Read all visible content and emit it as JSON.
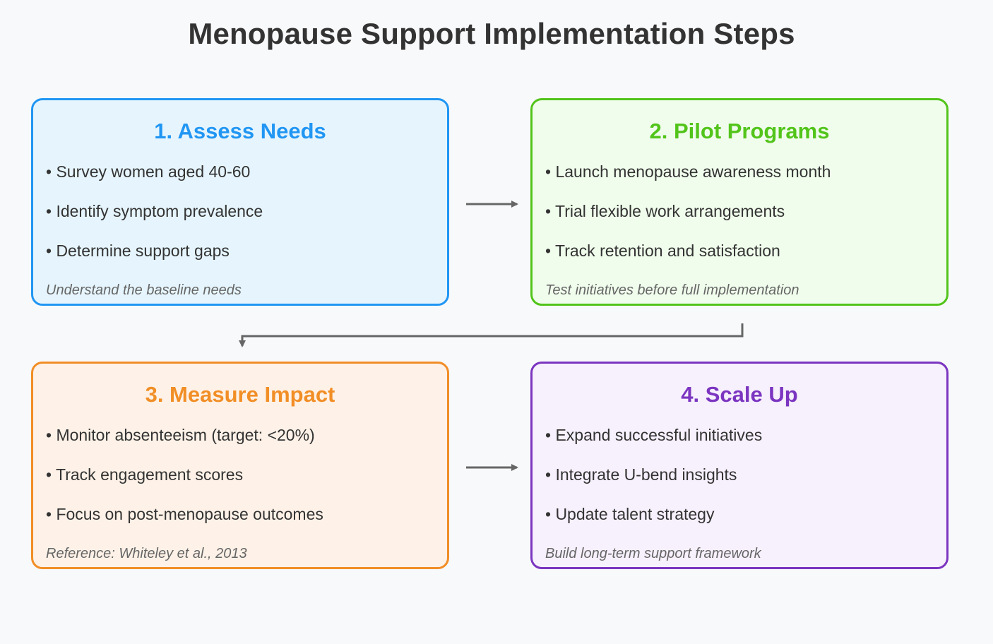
{
  "title": "Menopause Support Implementation Steps",
  "steps": [
    {
      "title": "1. Assess Needs",
      "color": "#2196f3",
      "background": "#e6f5fd",
      "items": [
        "• Survey women aged 40-60",
        "• Identify symptom prevalence",
        "• Determine support gaps"
      ],
      "note": "Understand the baseline needs"
    },
    {
      "title": "2. Pilot Programs",
      "color": "#52c41a",
      "background": "#f0fdec",
      "items": [
        "• Launch menopause awareness month",
        "• Trial flexible work arrangements",
        "• Track retention and satisfaction"
      ],
      "note": "Test initiatives before full implementation"
    },
    {
      "title": "3. Measure Impact",
      "color": "#f18e26",
      "background": "#fef2e8",
      "items": [
        "• Monitor absenteeism (target: <20%)",
        "• Track engagement scores",
        "• Focus on post-menopause outcomes"
      ],
      "note": "Reference: Whiteley et al., 2013"
    },
    {
      "title": "4. Scale Up",
      "color": "#7b35c0",
      "background": "#f7f0fd",
      "items": [
        "• Expand successful initiatives",
        "• Integrate U-bend insights",
        "• Update talent strategy"
      ],
      "note": "Build long-term support framework"
    }
  ],
  "connector_color": "#666666"
}
